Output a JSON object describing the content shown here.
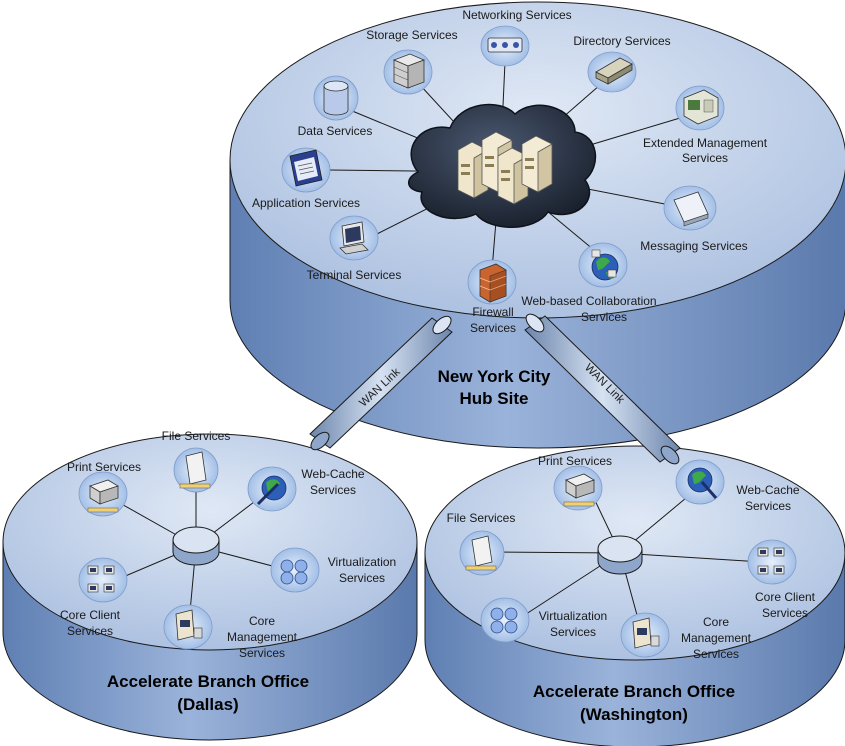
{
  "hub": {
    "title_line1": "New York City",
    "title_line2": "Hub Site",
    "services": {
      "networking": "Networking Services",
      "storage": "Storage Services",
      "directory": "Directory Services",
      "data": "Data Services",
      "extended_1": "Extended Management",
      "extended_2": "Services",
      "application": "Application Services",
      "messaging": "Messaging Services",
      "terminal": "Terminal Services",
      "collab_1": "Web-based Collaboration",
      "collab_2": "Services",
      "firewall_1": "Firewall",
      "firewall_2": "Services"
    }
  },
  "wan_links": [
    "WAN Link",
    "WAN Link"
  ],
  "dallas": {
    "title_line1": "Accelerate Branch Office",
    "title_line2": "(Dallas)",
    "services": {
      "file": "File Services",
      "print": "Print Services",
      "webcache_1": "Web-Cache",
      "webcache_2": "Services",
      "virtualization_1": "Virtualization",
      "virtualization_2": "Services",
      "coreclient_1": "Core Client",
      "coreclient_2": "Services",
      "coremgmt_1": "Core",
      "coremgmt_2": "Management",
      "coremgmt_3": "Services"
    }
  },
  "washington": {
    "title_line1": "Accelerate Branch Office",
    "title_line2": "(Washington)",
    "services": {
      "print": "Print Services",
      "file": "File Services",
      "webcache_1": "Web-Cache",
      "webcache_2": "Services",
      "coreclient_1": "Core Client",
      "coreclient_2": "Services",
      "virtualization_1": "Virtualization",
      "virtualization_2": "Services",
      "coremgmt_1": "Core",
      "coremgmt_2": "Management",
      "coremgmt_3": "Services"
    }
  },
  "colors": {
    "disk_top": "#c5d5ea",
    "disk_side": "#7f9cc8",
    "disk_edge": "#1a1a1a",
    "cloud_dark": "#1c2433",
    "icon_halo": "#a9c4ea"
  }
}
